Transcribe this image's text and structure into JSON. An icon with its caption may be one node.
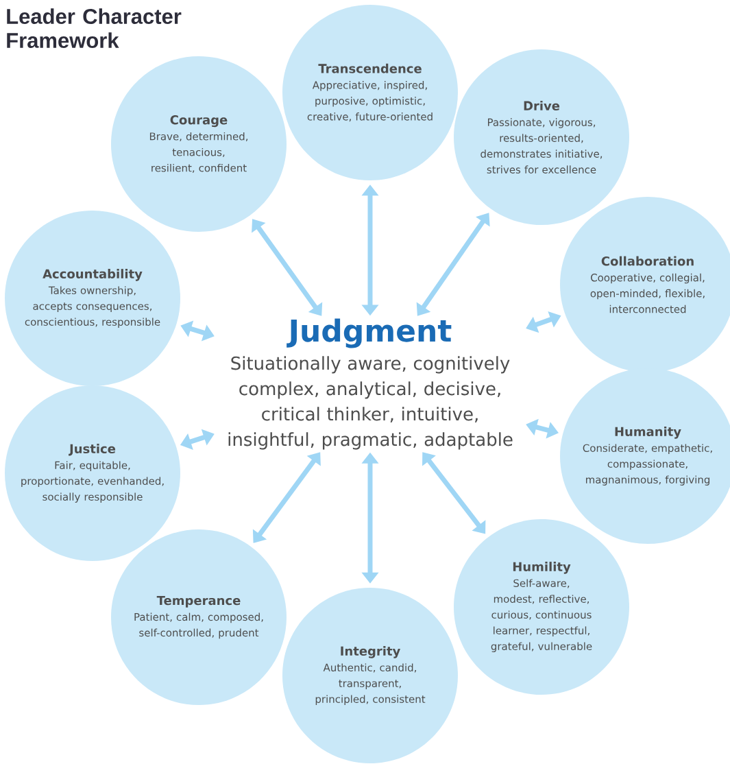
{
  "diagram": {
    "title": "Leader Character Framework",
    "nodes": [
      {
        "text": [
          "Judgment",
          "Situationally aware, cognitively complex, analytical, decisive, critical thinker, intuitive, insightful, pragmatic, adaptable"
        ]
      },
      {
        "text": [
          "Transcendence",
          "Appreciative, inspired, purposive, optimistic, creative, future-oriented"
        ]
      },
      {
        "text": [
          "Drive",
          "Passionate, vigorous, results-oriented, demonstrates initiative, strives for excellence"
        ]
      },
      {
        "text": [
          "Collaboration",
          "Cooperative, collegial, open-minded, flexible, interconnected"
        ]
      },
      {
        "text": [
          "Humanity",
          "Considerate, empathetic, compassionate, magnanimous, forgiving"
        ]
      },
      {
        "text": [
          "Humility",
          "Self-aware, modest, reflective, curious, continuous learner, respectful, grateful, vulnerable"
        ]
      },
      {
        "text": [
          "Integrity",
          "Authentic, candid, transparent, principled, consistent"
        ]
      },
      {
        "text": [
          "Temperance",
          "Patient, calm, composed, self-controlled, prudent"
        ]
      },
      {
        "text": [
          "Justice",
          "Fair, equitable, proportionate, evenhanded, socially responsible"
        ]
      },
      {
        "text": [
          "Accountability",
          "Takes ownership, accepts consequences, conscientious, responsible"
        ]
      },
      {
        "text": [
          "Courage",
          "Brave, determined, tenacious, resilient, confident"
        ]
      }
    ],
    "edges": [
      {
        "from": 0,
        "to": 1,
        "arrow": "both"
      },
      {
        "from": 0,
        "to": 2,
        "arrow": "both"
      },
      {
        "from": 0,
        "to": 3,
        "arrow": "both"
      },
      {
        "from": 0,
        "to": 4,
        "arrow": "both"
      },
      {
        "from": 0,
        "to": 5,
        "arrow": "both"
      },
      {
        "from": 0,
        "to": 6,
        "arrow": "both"
      },
      {
        "from": 0,
        "to": 7,
        "arrow": "both"
      },
      {
        "from": 0,
        "to": 8,
        "arrow": "both"
      },
      {
        "from": 0,
        "to": 9,
        "arrow": "both"
      },
      {
        "from": 0,
        "to": 10,
        "arrow": "both"
      }
    ]
  }
}
